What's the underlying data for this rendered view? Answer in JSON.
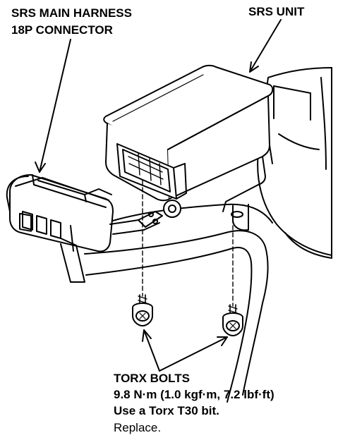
{
  "labels": {
    "harness_line1": "SRS MAIN HARNESS",
    "harness_line2": "18P CONNECTOR",
    "unit": "SRS UNIT",
    "bolts_title": "TORX BOLTS",
    "bolts_torque": "9.8 N·m (1.0 kgf·m, 7.2 lbf·ft)",
    "bolts_tool": "Use a Torx T30 bit.",
    "bolts_note": "Replace."
  }
}
